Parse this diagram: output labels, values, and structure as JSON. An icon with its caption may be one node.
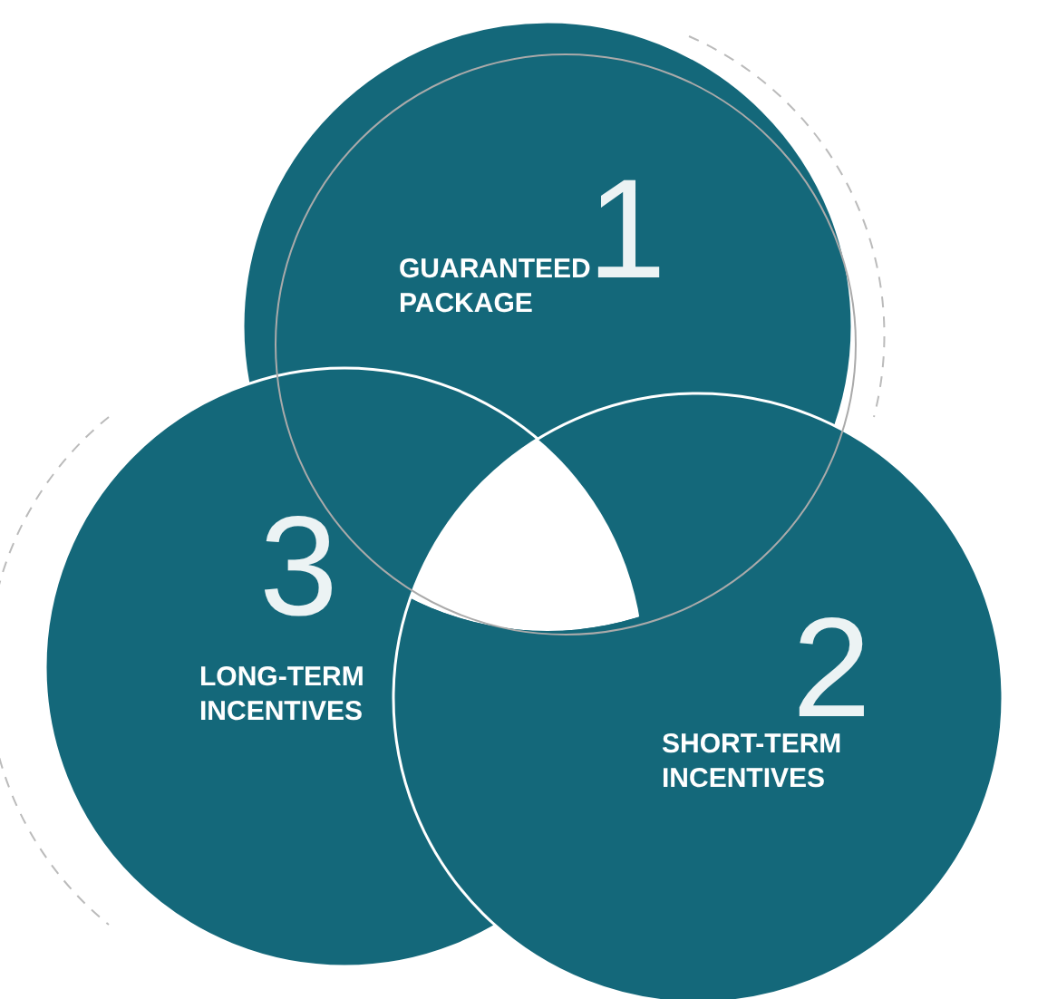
{
  "diagram": {
    "nodes": [
      {
        "text": [
          "1",
          "GUARANTEED PACKAGE"
        ]
      },
      {
        "text": [
          "3",
          "LONG-TERM INCENTIVES"
        ]
      },
      {
        "text": [
          "2",
          "SHORT-TERM INCENTIVES"
        ]
      }
    ],
    "edges": []
  }
}
